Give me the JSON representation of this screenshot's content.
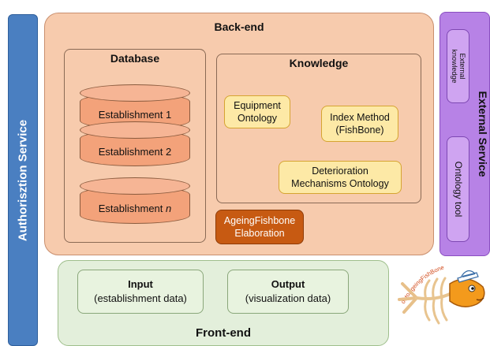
{
  "authorization": {
    "label": "Authorisztion Service"
  },
  "backend": {
    "title": "Back-end",
    "database": {
      "title": "Database",
      "establishments": [
        "Establishment 1",
        "Establishment 2",
        "Establishment "
      ],
      "last_suffix": "n"
    },
    "knowledge": {
      "title": "Knowledge",
      "equipment_ontology": {
        "line1": "Equipment",
        "line2": "Ontology"
      },
      "index_method": {
        "line1": "Index Method",
        "line2": "(FishBone)"
      },
      "deterioration": {
        "line1": "Deterioration",
        "line2": "Mechanisms Ontology"
      }
    },
    "elaboration": {
      "line1": "AgeingFishbone",
      "line2": "Elaboration"
    }
  },
  "external": {
    "title": "External Service",
    "external_knowledge": {
      "line1": "External",
      "line2": "knowledge"
    },
    "ontology_tool": "Ontology tool"
  },
  "frontend": {
    "title": "Front-end",
    "input": {
      "title": "Input",
      "subtitle": "(establishment data)"
    },
    "output": {
      "title": "Output",
      "subtitle": "(visualization data)"
    }
  },
  "logo": {
    "text": "ontoAgeingFishBone"
  },
  "colors": {
    "backend": "#f7cbad",
    "authorization": "#4a7fc1",
    "external": "#b782e6",
    "frontend": "#e3efdb",
    "elaboration": "#c75a12",
    "ontology_node": "#fde9a6"
  }
}
